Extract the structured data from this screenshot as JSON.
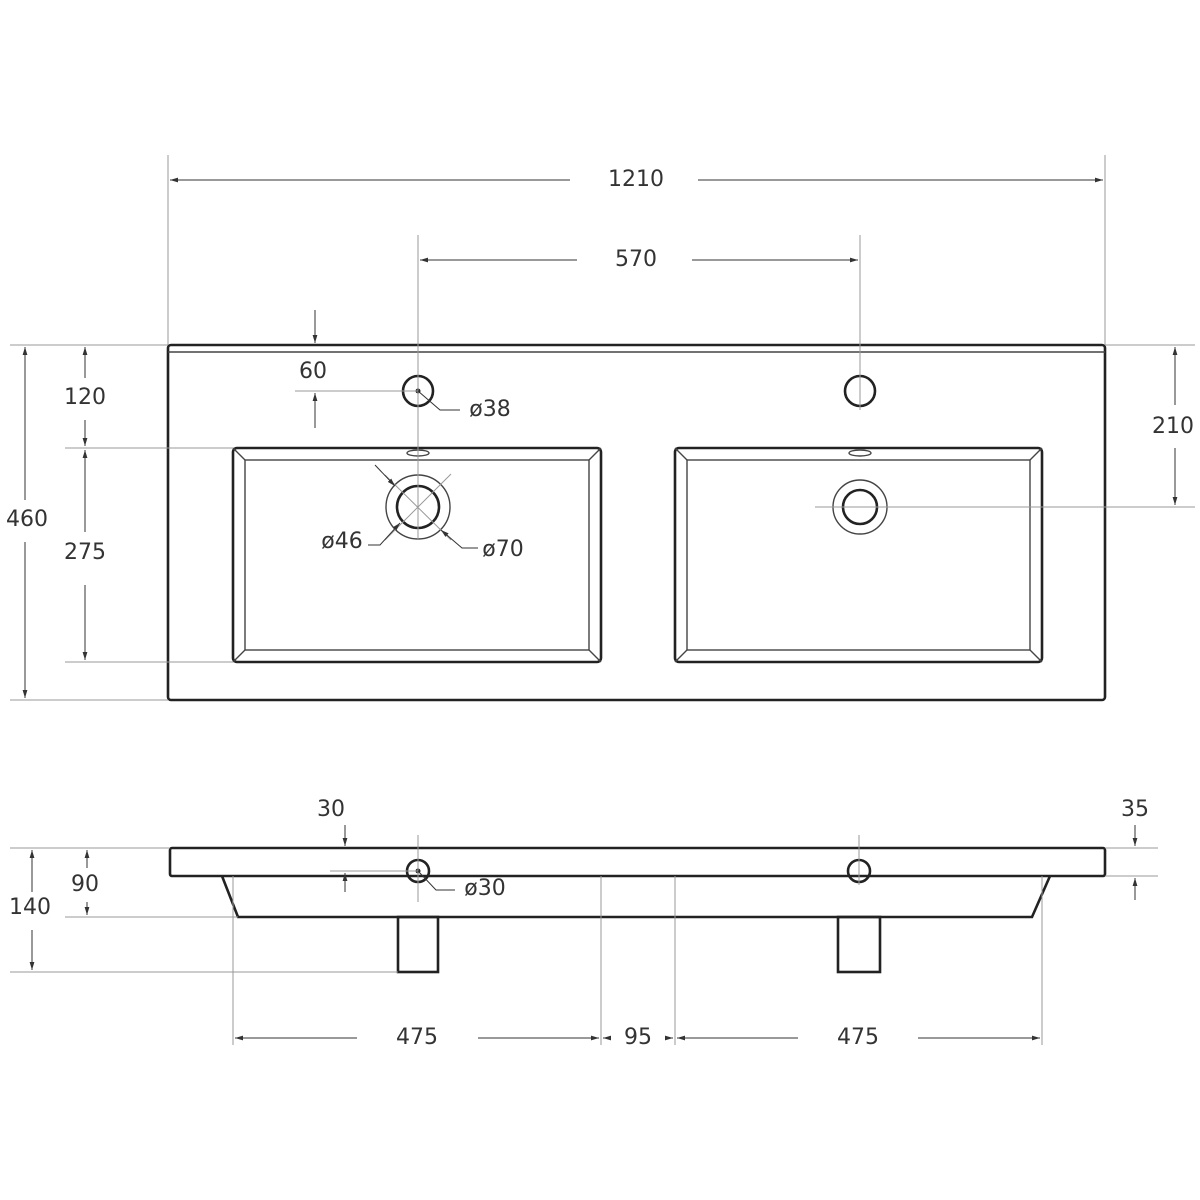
{
  "top_view": {
    "overall_width": "1210",
    "tap_spacing": "570",
    "overall_depth": "460",
    "edge_to_basin": "120",
    "basin_depth": "275",
    "tap_offset": "60",
    "tap_hole": "ø38",
    "edge_to_drain": "210",
    "drain_inner": "ø46",
    "drain_outer": "ø70"
  },
  "side_view": {
    "slab_offset": "30",
    "slab_thickness": "35",
    "total_height": "140",
    "bowl_height": "90",
    "overflow_hole": "ø30",
    "basin_width_left": "475",
    "gap": "95",
    "basin_width_right": "475"
  }
}
